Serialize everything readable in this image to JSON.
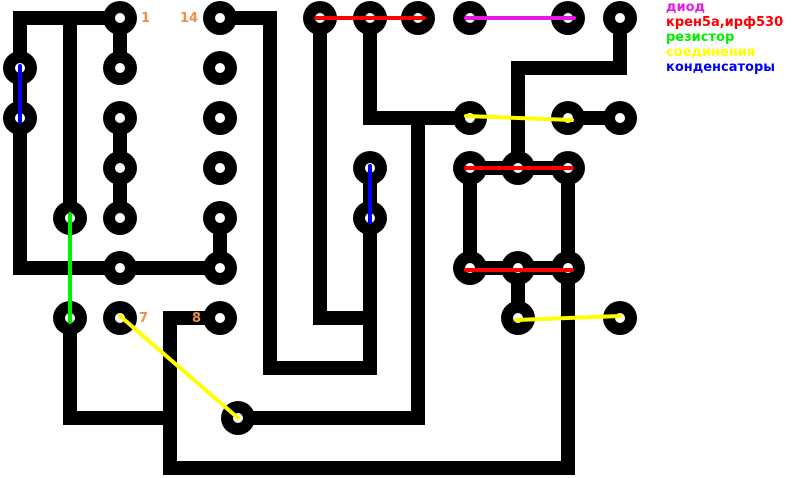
{
  "colors": {
    "trace": "#000000",
    "pad_hole": "#ffffff",
    "diode": "#e619e6",
    "regulator": "#ff0000",
    "resistor": "#00ee00",
    "jumper": "#ffff00",
    "capacitor": "#0000ff",
    "pin_label": "#f28c4a"
  },
  "legend": {
    "diode": "диод",
    "regulator": "крен5а,ирф530",
    "resistor": "резистор",
    "jumper": "соединения",
    "capacitor": "конденсаторы"
  },
  "pin_labels": {
    "pin1": "1",
    "pin14": "14",
    "pin7": "7",
    "pin8": "8"
  }
}
